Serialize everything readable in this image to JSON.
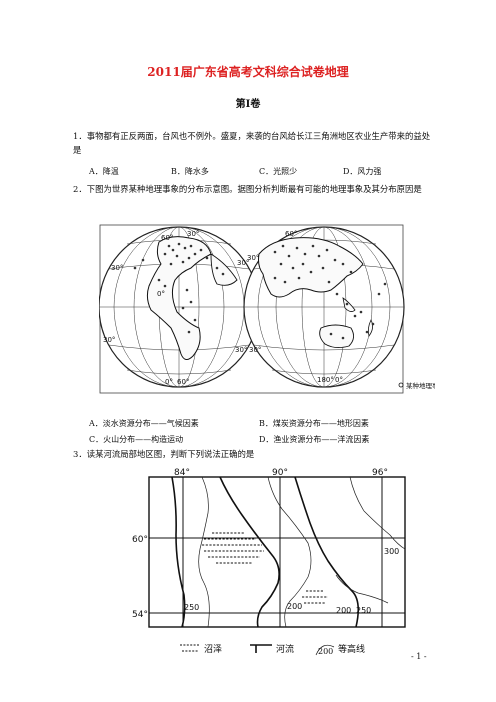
{
  "title": "2011届广东省高考文科综合试卷地理",
  "section": "第Ⅰ卷",
  "q1": {
    "text": "1．事物都有正反两面，台风也不例外。盛夏，来袭的台风给长江三角洲地区农业生产带来的益处是",
    "options": [
      "A．降温",
      "B．降水多",
      "C．光照少",
      "D．风力强"
    ]
  },
  "q2": {
    "text": "2．下图为世界某种地理事象的分布示意图。据图分析判断最有可能的地理事象及其分布原因是",
    "map": {
      "labels": [
        "60°",
        "30°",
        "30°",
        "0°",
        "30°",
        "30°",
        "60°",
        "30°",
        "30°",
        "30°",
        "0°",
        "60°",
        "180°",
        "0°"
      ],
      "legend": "某种地理事象"
    },
    "options": [
      "A．淡水资源分布——气候因素",
      "B．煤炭资源分布——地形因素",
      "C．火山分布——构造运动",
      "D．渔业资源分布——洋流因素"
    ]
  },
  "q3": {
    "text": "3．读某河流局部地区图，判断下列说法正确的是",
    "map": {
      "longitudes": [
        "84°",
        "90°",
        "96°"
      ],
      "latitudes": [
        "60°",
        "54°"
      ],
      "contours": [
        "300",
        "250",
        "200",
        "200",
        "250"
      ],
      "legend": [
        "沼泽",
        "河流",
        "等高线"
      ],
      "legend_contour_value": "200"
    }
  },
  "page_number": "- 1 -"
}
